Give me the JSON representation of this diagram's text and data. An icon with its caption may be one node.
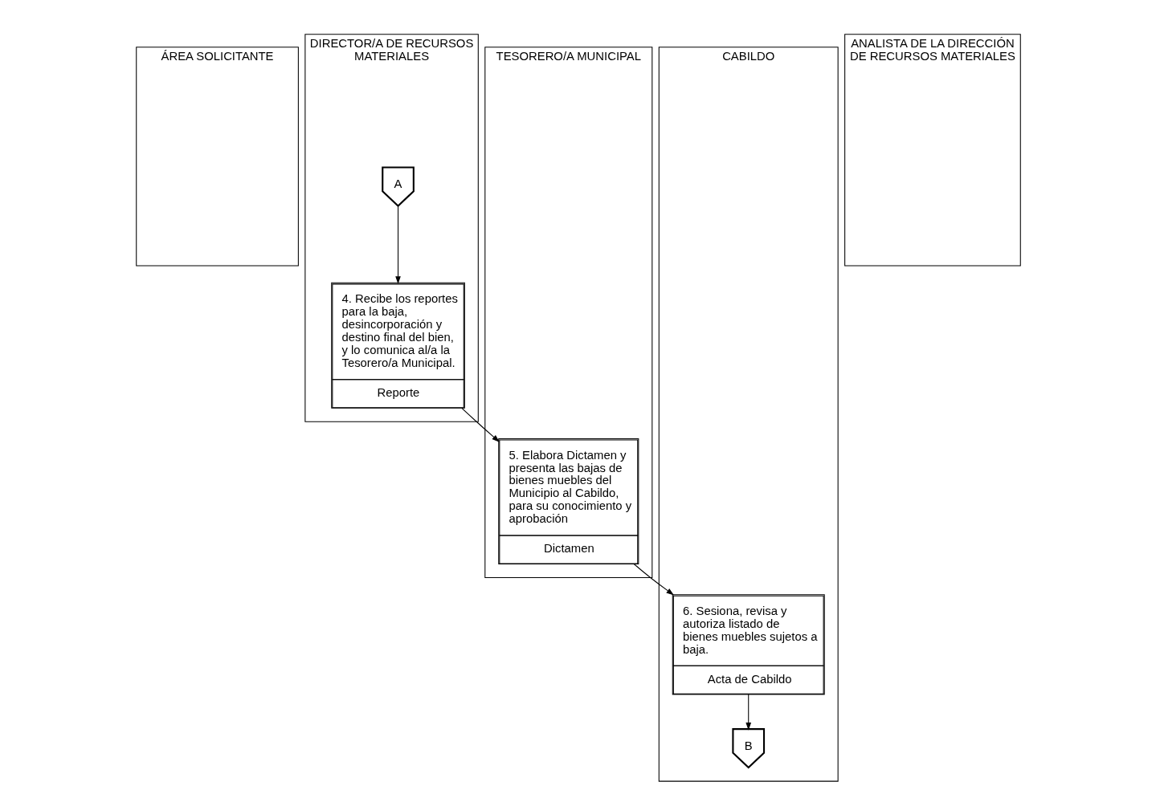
{
  "diagram": {
    "nodes": [
      {
        "text": [
          "ÁREA SOLICITANTE"
        ]
      },
      {
        "text": [
          "DIRECTOR/A DE RECURSOS MATERIALES"
        ]
      },
      {
        "text": [
          "ANALISTA DE LA DIRECCIÓN DE RECURSOS MATERIALES"
        ]
      },
      {
        "text": [
          "TESORERO/A MUNICIPAL"
        ]
      },
      {
        "text": [
          "CABILDO"
        ]
      },
      {
        "text": [
          "A"
        ],
        "in": 1
      },
      {
        "text": [
          "4. Recibe los reportes para la baja, desincorporación y destino final del bien, y lo comunica al/a la Tesorero/a Municipal.",
          "Reporte"
        ],
        "in": 1
      },
      {
        "text": [
          "5. Elabora Dictamen y presenta las bajas de bienes muebles del Municipio al Cabildo, para su conocimiento y aprobación",
          "Dictamen"
        ],
        "in": 3
      },
      {
        "text": [
          "6. Sesiona, revisa y autoriza listado de bienes muebles sujetos a baja.",
          "Acta de Cabildo"
        ],
        "in": 4
      },
      {
        "text": [
          "B"
        ],
        "in": 4
      }
    ],
    "edges": [
      {
        "from": 5,
        "to": 6,
        "arrow": "to"
      },
      {
        "from": 6,
        "to": 7,
        "arrow": "to"
      },
      {
        "from": 7,
        "to": 8,
        "arrow": "to"
      },
      {
        "from": 8,
        "to": 9,
        "arrow": "to"
      }
    ]
  }
}
